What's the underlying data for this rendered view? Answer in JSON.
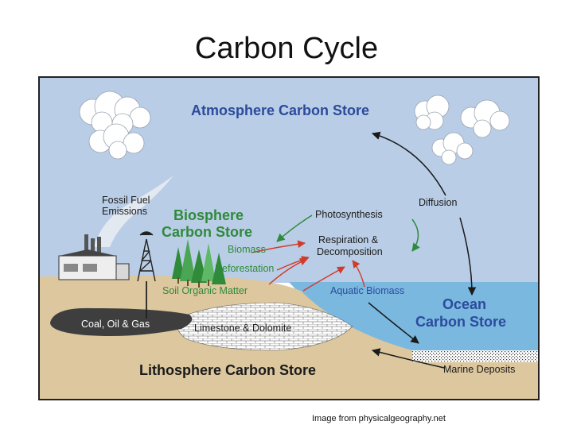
{
  "slide": {
    "title": "Carbon Cycle",
    "credit": "Image from physicalgeography.net"
  },
  "diagram": {
    "stores": {
      "atmosphere": "Atmosphere Carbon Store",
      "biosphere_line1": "Biosphere",
      "biosphere_line2": "Carbon Store",
      "ocean_line1": "Ocean",
      "ocean_line2": "Carbon Store",
      "lithosphere": "Lithosphere Carbon Store"
    },
    "labels": {
      "fossil_fuel_line1": "Fossil Fuel",
      "fossil_fuel_line2": "Emissions",
      "photosynthesis": "Photosynthesis",
      "diffusion": "Diffusion",
      "respiration_line1": "Respiration &",
      "respiration_line2": "Decomposition",
      "biomass": "Biomass",
      "deforestation": "Deforestation",
      "soil_organic_matter": "Soil Organic Matter",
      "aquatic_biomass": "Aquatic Biomass",
      "coal_oil_gas": "Coal, Oil & Gas",
      "limestone_dolomite": "Limestone & Dolomite",
      "marine_deposits": "Marine Deposits"
    },
    "colors": {
      "sky": "#b9cde6",
      "ocean": "#7ab8e0",
      "land": "#dcc79e",
      "store_blue": "#2b4b9b",
      "green": "#2f8a3a",
      "red_arrow": "#d23a2a",
      "green_arrow": "#2e8b3c",
      "black": "#1a1a1a"
    }
  }
}
